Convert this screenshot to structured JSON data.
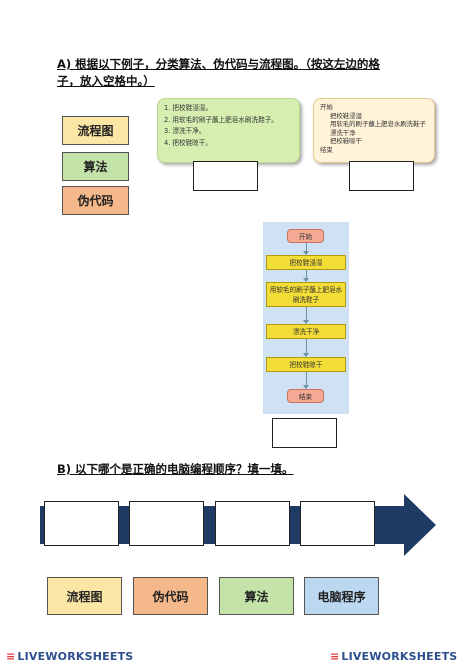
{
  "question_a": {
    "line1": "A) 根据以下例子，分类算法、伪代码与流程图。（按这左边的格",
    "line2": "子，放入空格中。）"
  },
  "labels_a": [
    {
      "text": "流程图",
      "color": "#fce6a6"
    },
    {
      "text": "算法",
      "color": "#c3e3a9"
    },
    {
      "text": "伪代码",
      "color": "#f5b88b"
    }
  ],
  "example_list": [
    "1. 把校鞋浸湿。",
    "2. 用软毛的刷子蘸上肥皂水刷洗鞋子。",
    "3. 漂洗干净。",
    "4. 把校鞋晾干。"
  ],
  "example_pseudo": {
    "start": "开始",
    "steps": [
      "把校鞋浸湿",
      "用软毛的刷子蘸上肥皂水刷洗鞋子",
      "漂洗干净",
      "把校鞋晾干"
    ],
    "end": "结束"
  },
  "flowchart": {
    "start": "开始",
    "steps": [
      "把校鞋浸湿",
      "用软毛的刷子蘸上肥皂水刷洗鞋子",
      "漂洗干净",
      "把校鞋晾干"
    ],
    "end": "结束"
  },
  "question_b": {
    "text": "B) 以下哪个是正确的电脑编程顺序？填一填。"
  },
  "labels_b": [
    {
      "text": "流程图",
      "color": "#fce6a6"
    },
    {
      "text": "伪代码",
      "color": "#f5b88b"
    },
    {
      "text": "算法",
      "color": "#c3e3a9"
    },
    {
      "text": "电脑程序",
      "color": "#bcd8f0"
    }
  ],
  "brand": {
    "text": "LIVEWORKSHEETS",
    "mark": "≡",
    "arrow_color": "#1f3a63"
  }
}
